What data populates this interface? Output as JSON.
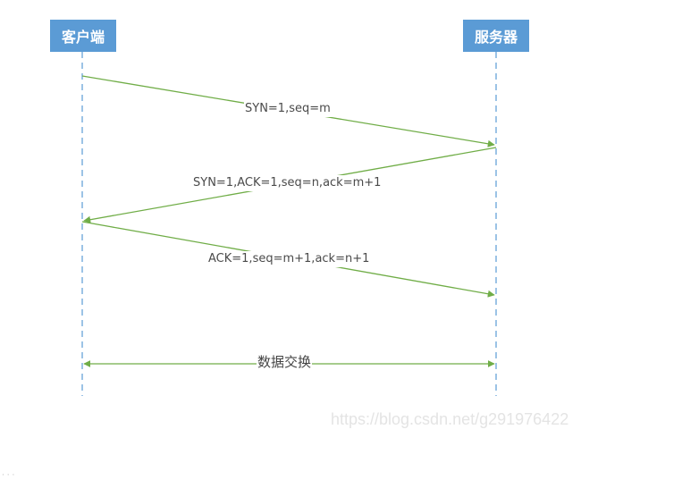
{
  "actors": {
    "client": "客户端",
    "server": "服务器"
  },
  "messages": {
    "syn": "SYN=1,seq=m",
    "syn_ack": "SYN=1,ACK=1,seq=n,ack=m+1",
    "ack": "ACK=1,seq=m+1,ack=n+1",
    "data_exchange": "数据交换"
  },
  "watermark": "https://blog.csdn.net/g291976422",
  "colors": {
    "actor_fill": "#5b9bd5",
    "lifeline": "#5b9bd5",
    "arrow": "#70ad47"
  }
}
